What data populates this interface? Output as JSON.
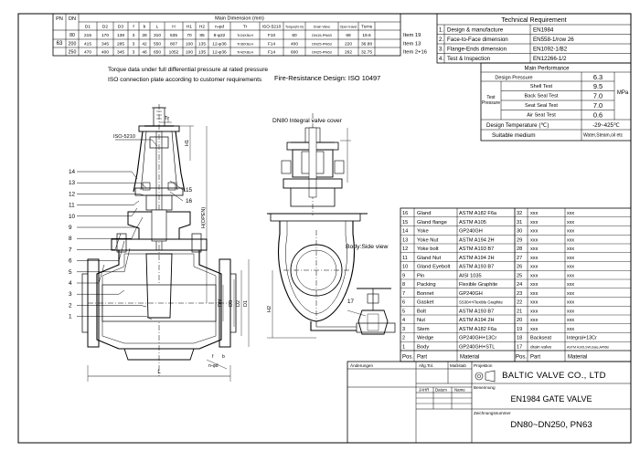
{
  "top_table": {
    "group_header": "Main Dimension (mm)",
    "pn_label": "PN",
    "dn_label": "DN",
    "columns": [
      "D1",
      "D2",
      "D3",
      "f",
      "b",
      "L",
      "H",
      "H1",
      "H2",
      "n-φd",
      "Tr",
      "ISO-5210",
      "Torque(N.m)",
      "Drain Valve",
      "Open travel",
      "Turns"
    ],
    "pn_value": "63",
    "rows": [
      {
        "dn": "80",
        "cells": [
          "215",
          "170",
          "138",
          "3",
          "28",
          "310",
          "535",
          "70",
          "85",
          "8-φ22",
          "Tr24X5LH",
          "F10",
          "60",
          "DN15-PN63",
          "68",
          "19.6"
        ],
        "item": "Item 19"
      },
      {
        "dn": "200",
        "cells": [
          "415",
          "345",
          "285",
          "3",
          "42",
          "550",
          "807",
          "100",
          "135",
          "12-φ36",
          "Tr36X6LH",
          "F14",
          "400",
          "DN25-PN63",
          "220",
          "36.88"
        ],
        "item": "Item 13"
      },
      {
        "dn": "250",
        "cells": [
          "470",
          "400",
          "345",
          "3",
          "46",
          "650",
          "1052",
          "100",
          "135",
          "12-φ36",
          "Tr42X8LH",
          "F14",
          "600",
          "DN25-PN63",
          "262",
          "32.75"
        ],
        "item": "Item 2+16"
      }
    ]
  },
  "notes": {
    "torque": "Torque data under full differential pressure at rated pressure",
    "iso": "ISO connection plate according to customer requirements",
    "fire": "Fire-Resistance Design:  ISO 10497",
    "dn80": "DN80 Integral valve cover",
    "body": "Body:Side view"
  },
  "tech_req": {
    "title": "Technical Requirement",
    "rows": [
      {
        "no": "1.",
        "label": "Design & manufacture",
        "value": "EN1984"
      },
      {
        "no": "2.",
        "label": "Face-to-Face dimension",
        "value": "EN558-1/row 26"
      },
      {
        "no": "3.",
        "label": "Flange-Ends dimension",
        "value": "EN1092-1/B2"
      },
      {
        "no": "4.",
        "label": "Test & Inspection",
        "value": "EN12266-1/2"
      }
    ]
  },
  "performance": {
    "title": "Main Performance",
    "design_pressure_label": "Design Pressure",
    "design_pressure": "6.3",
    "test_label": "Test Pressure",
    "tests": [
      {
        "label": "Shell Test",
        "value": "9.5"
      },
      {
        "label": "Back Seal Test",
        "value": "7.0"
      },
      {
        "label": "Seat Seal Test",
        "value": "7.0"
      },
      {
        "label": "Air Seat Test",
        "value": "0.6"
      }
    ],
    "unit": "MPa",
    "temp_label": "Design  Temperature  (℃)",
    "temp_value": "-29~425℃",
    "medium_label": "Suitable  medium",
    "medium_value": "Water,Steam,oil etc"
  },
  "view_labels": {
    "iso": "ISO-5210",
    "tr": "Tr",
    "h1": "H1",
    "h_open": "H(OPEN)",
    "h2": "H2",
    "l": "L",
    "dn": "DN",
    "d3": "D3",
    "d2": "D2",
    "d1": "D1",
    "f": "f",
    "b": "b",
    "n_phid": "n-φd",
    "callout_17": "17",
    "callouts_left": [
      "14",
      "13",
      "12",
      "11",
      "10",
      "9",
      "8",
      "7",
      "6",
      "5",
      "4",
      "3",
      "2",
      "1"
    ],
    "callouts_right": [
      "15",
      "16"
    ]
  },
  "parts": {
    "head_pos": "Pos.",
    "head_part": "Part",
    "head_material": "Material",
    "rows": [
      {
        "lpos": "16",
        "lpart": "Gland",
        "lmat": "ASTM A182 F6a",
        "rpos": "32",
        "rpart": "xxx",
        "rmat": "xxx"
      },
      {
        "lpos": "15",
        "lpart": "Gland flange",
        "lmat": "ASTM A105",
        "rpos": "31",
        "rpart": "xxx",
        "rmat": "xxx"
      },
      {
        "lpos": "14",
        "lpart": "Yoke",
        "lmat": "GP240GH",
        "rpos": "30",
        "rpart": "xxx",
        "rmat": "xxx"
      },
      {
        "lpos": "13",
        "lpart": "Yoke Nut",
        "lmat": "ASTM A194 2H",
        "rpos": "29",
        "rpart": "xxx",
        "rmat": "xxx"
      },
      {
        "lpos": "12",
        "lpart": "Yoke bolt",
        "lmat": "ASTM A193 B7",
        "rpos": "28",
        "rpart": "xxx",
        "rmat": "xxx"
      },
      {
        "lpos": "11",
        "lpart": "Gland Nut",
        "lmat": "ASTM A194 2H",
        "rpos": "27",
        "rpart": "xxx",
        "rmat": "xxx"
      },
      {
        "lpos": "10",
        "lpart": "Gland Eyebolt",
        "lmat": "ASTM A193 B7",
        "rpos": "26",
        "rpart": "xxx",
        "rmat": "xxx"
      },
      {
        "lpos": "9",
        "lpart": "Pin",
        "lmat": "AISI 1035",
        "rpos": "25",
        "rpart": "xxx",
        "rmat": "xxx"
      },
      {
        "lpos": "8",
        "lpart": "Packing",
        "lmat": "Flexible Graphite",
        "rpos": "24",
        "rpart": "xxx",
        "rmat": "xxx"
      },
      {
        "lpos": "7",
        "lpart": "Bonnet",
        "lmat": "GP240GH",
        "rpos": "23",
        "rpart": "xxx",
        "rmat": "xxx"
      },
      {
        "lpos": "6",
        "lpart": "Gasket",
        "lmat": "SS304+Flexible Graphite",
        "rpos": "22",
        "rpart": "xxx",
        "rmat": "xxx"
      },
      {
        "lpos": "5",
        "lpart": "Bolt",
        "lmat": "ASTM A193 B7",
        "rpos": "21",
        "rpart": "xxx",
        "rmat": "xxx"
      },
      {
        "lpos": "4",
        "lpart": "Nut",
        "lmat": "ASTM A194 2H",
        "rpos": "20",
        "rpart": "xxx",
        "rmat": "xxx"
      },
      {
        "lpos": "3",
        "lpart": "Stem",
        "lmat": "ASTM A182 F6a",
        "rpos": "19",
        "rpart": "xxx",
        "rmat": "xxx"
      },
      {
        "lpos": "2",
        "lpart": "Wedge",
        "lmat": "GP240GH+13Cr",
        "rpos": "18",
        "rpart": "Backseat",
        "rmat": "Integral+13Cr"
      },
      {
        "lpos": "1",
        "lpart": "Body",
        "lmat": "GP240GH+STL",
        "rpos": "17",
        "rpart": "drain valve",
        "rmat": "ASTM A105,SW,Gate,API6B"
      }
    ]
  },
  "title_block": {
    "aenderungen": "Änderungen",
    "allg_tol": "Allg.Tol.",
    "massstab": "Maßstab",
    "projektion": "Projektion",
    "company": "BALTIC VALVE CO., LTD",
    "benennung": "Benennung",
    "jahr": "JAHR",
    "datum": "Datum",
    "name": "Name",
    "valve_name": "EN1984 GATE VALVE",
    "zeichnungsnummer": "Zeichnungsnummer",
    "drawing_no": "DN80~DN250, PN63"
  }
}
